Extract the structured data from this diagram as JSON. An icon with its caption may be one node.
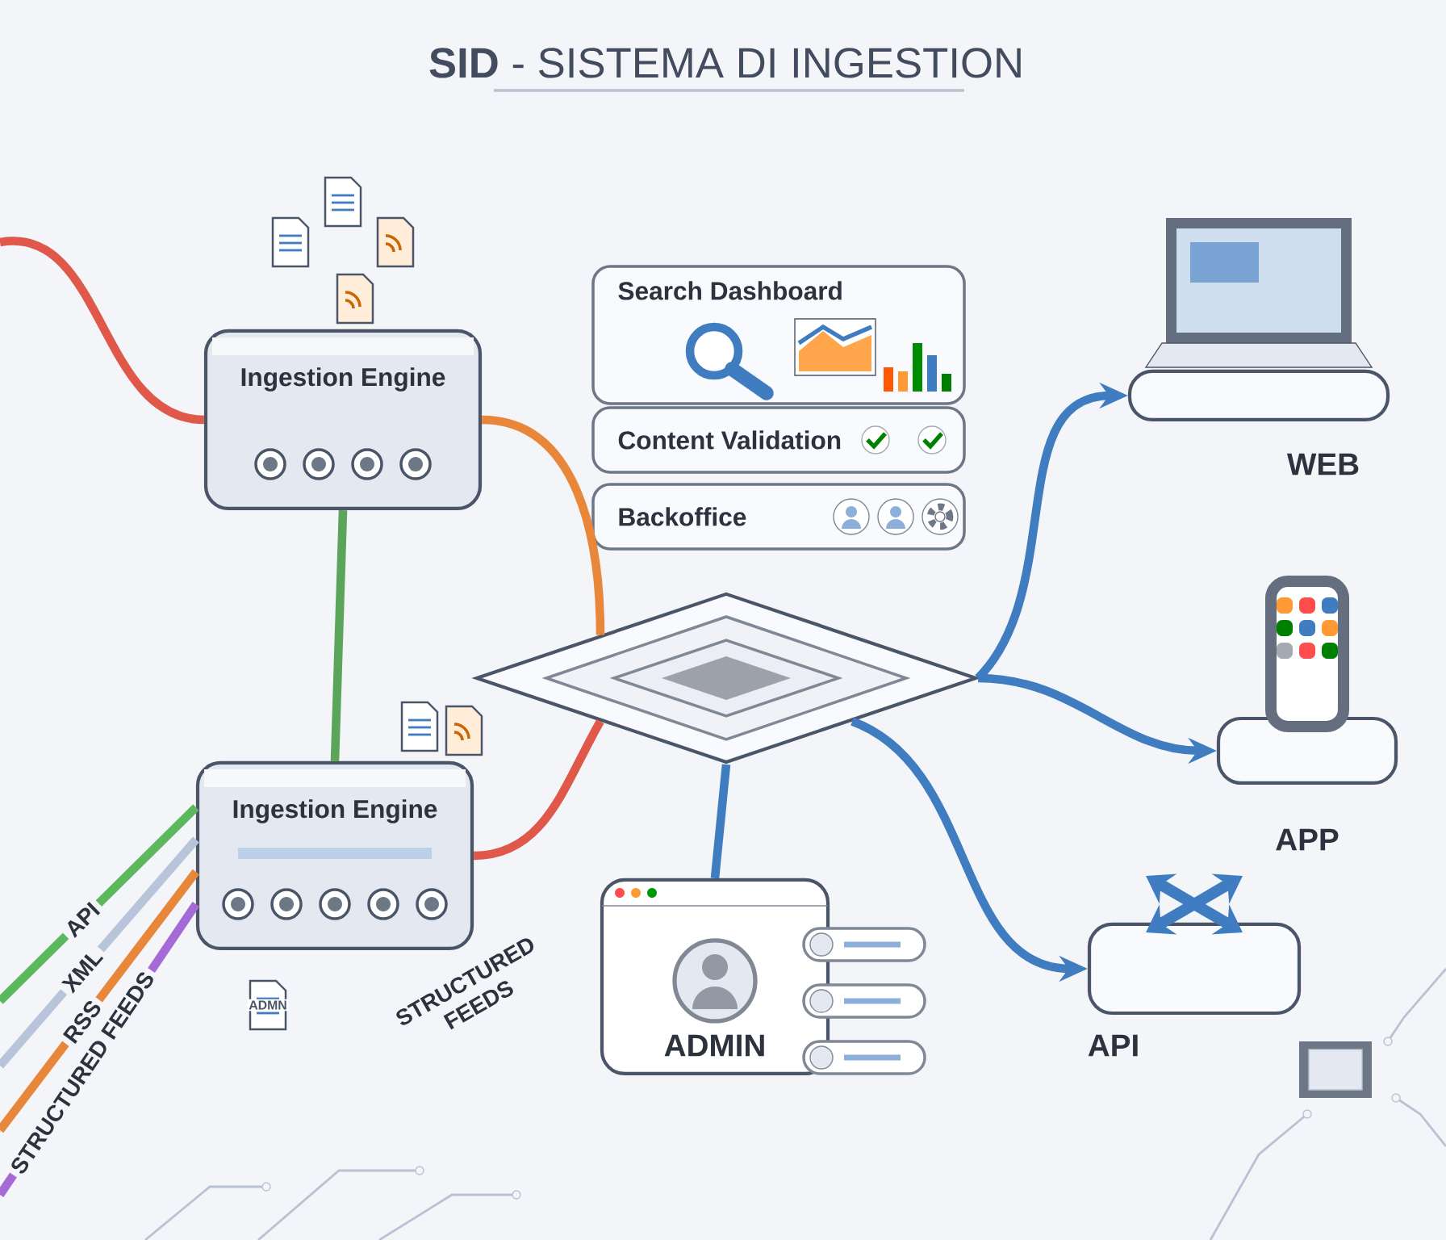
{
  "diagram": {
    "title": "**SID** - SISTEMA DI INGESTION",
    "nodes": [
      {
        "text": [
          "Ingestion Engine"
        ]
      },
      {
        "text": [
          "Ingestion Engine"
        ],
        "beside": [
          "STRUCTURED FEEDS"
        ]
      },
      {
        "text": [
          "Search Dashboard"
        ]
      },
      {
        "text": [
          "Content Validation"
        ]
      },
      {
        "text": [
          "Backoffice"
        ]
      },
      {
        "text": [],
        "shape": "diamond"
      },
      {
        "text": [
          "WEB"
        ]
      },
      {
        "text": [
          "APP"
        ]
      },
      {
        "text": [
          "API"
        ]
      },
      {
        "text": [
          "ADMIN"
        ]
      }
    ],
    "edges": [
      {
        "from": null,
        "to": 0,
        "arrow": "none",
        "color": "#e0584a"
      },
      {
        "from": 0,
        "to": 1,
        "arrow": "none",
        "color": "#5aa55a"
      },
      {
        "from": 0,
        "to": 5,
        "arrow": "none",
        "color": "#e8873a"
      },
      {
        "from": 1,
        "to": 5,
        "arrow": "none",
        "color": "#e0584a"
      },
      {
        "from": null,
        "to": 1,
        "label": "API",
        "arrow": "none",
        "color": "#5cb85c"
      },
      {
        "from": null,
        "to": 1,
        "label": "XML",
        "arrow": "none",
        "color": "#b8c4da"
      },
      {
        "from": null,
        "to": 1,
        "label": "RSS",
        "arrow": "none",
        "color": "#e8873a"
      },
      {
        "from": null,
        "to": 1,
        "label": "STRUCTURED FEEDS",
        "arrow": "none",
        "color": "#a66ad6"
      },
      {
        "from": 5,
        "to": 6,
        "arrow": "to",
        "color": "#3f7cc0"
      },
      {
        "from": 5,
        "to": 7,
        "arrow": "to",
        "color": "#3f7cc0"
      },
      {
        "from": 5,
        "to": 8,
        "arrow": "to",
        "color": "#3f7cc0"
      },
      {
        "from": 5,
        "to": 9,
        "arrow": "none",
        "color": "#3f7cc0"
      }
    ],
    "labels": [
      "ADMN"
    ]
  }
}
